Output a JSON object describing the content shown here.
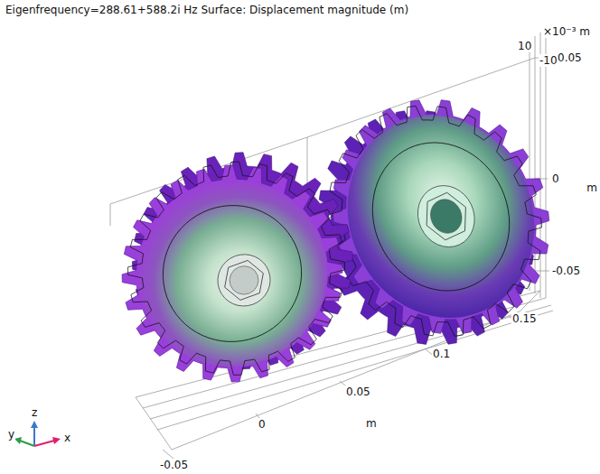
{
  "diagram": {
    "title": "Eigenfrequency=288.61+588.2i Hz  Surface: Displacement magnitude (m)",
    "labels": [
      "×10⁻³ m",
      "10",
      "-10",
      "0.05",
      "0",
      "m",
      "-0.05",
      "0.15",
      "0.1",
      "0.05",
      "0",
      "m",
      "-0.05",
      "z",
      "y",
      "x"
    ]
  }
}
